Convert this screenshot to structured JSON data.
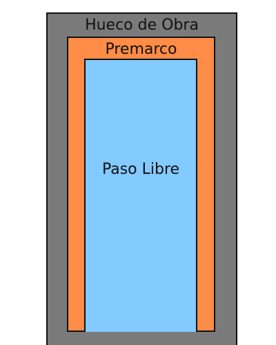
{
  "diagram": {
    "outer": {
      "label": "Hueco de Obra",
      "color": "#7a7a7a"
    },
    "middle": {
      "label": "Premarco",
      "color": "#ff8c47"
    },
    "inner": {
      "label": "Paso Libre",
      "color": "#82caff"
    },
    "stroke_color": "#111111"
  }
}
